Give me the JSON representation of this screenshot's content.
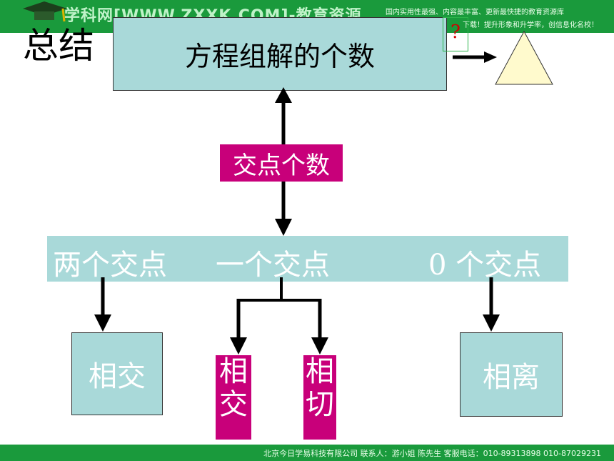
{
  "header": {
    "banner": "学科网[WWW.ZXXK.COM]-教育资源",
    "note_line1": "国内实用性最强、内容最丰富、更新最快捷的教育资源库",
    "note_line2": "下载！提升形象和升学率，创信息化名校！"
  },
  "slide": {
    "heading": "总结",
    "main_box": "方程组解的个数",
    "question_mark": "?",
    "count_label": "交点个数",
    "cases": [
      "两个交点",
      "一个交点",
      "0 个交点"
    ],
    "results": {
      "left": "相交",
      "mid_left": "相交",
      "mid_right": "相切",
      "right": "相离"
    }
  },
  "footer": {
    "contact": "北京今日学易科技有限公司 联系人：游小姐 陈先生 客服电话：010-89313898 010-87029231"
  },
  "colors": {
    "bar_green": "#1a9a3c",
    "box_teal": "#a9d9d9",
    "label_magenta": "#c8007a",
    "triangle_fill": "#fffacd",
    "question_red": "#d40000"
  }
}
